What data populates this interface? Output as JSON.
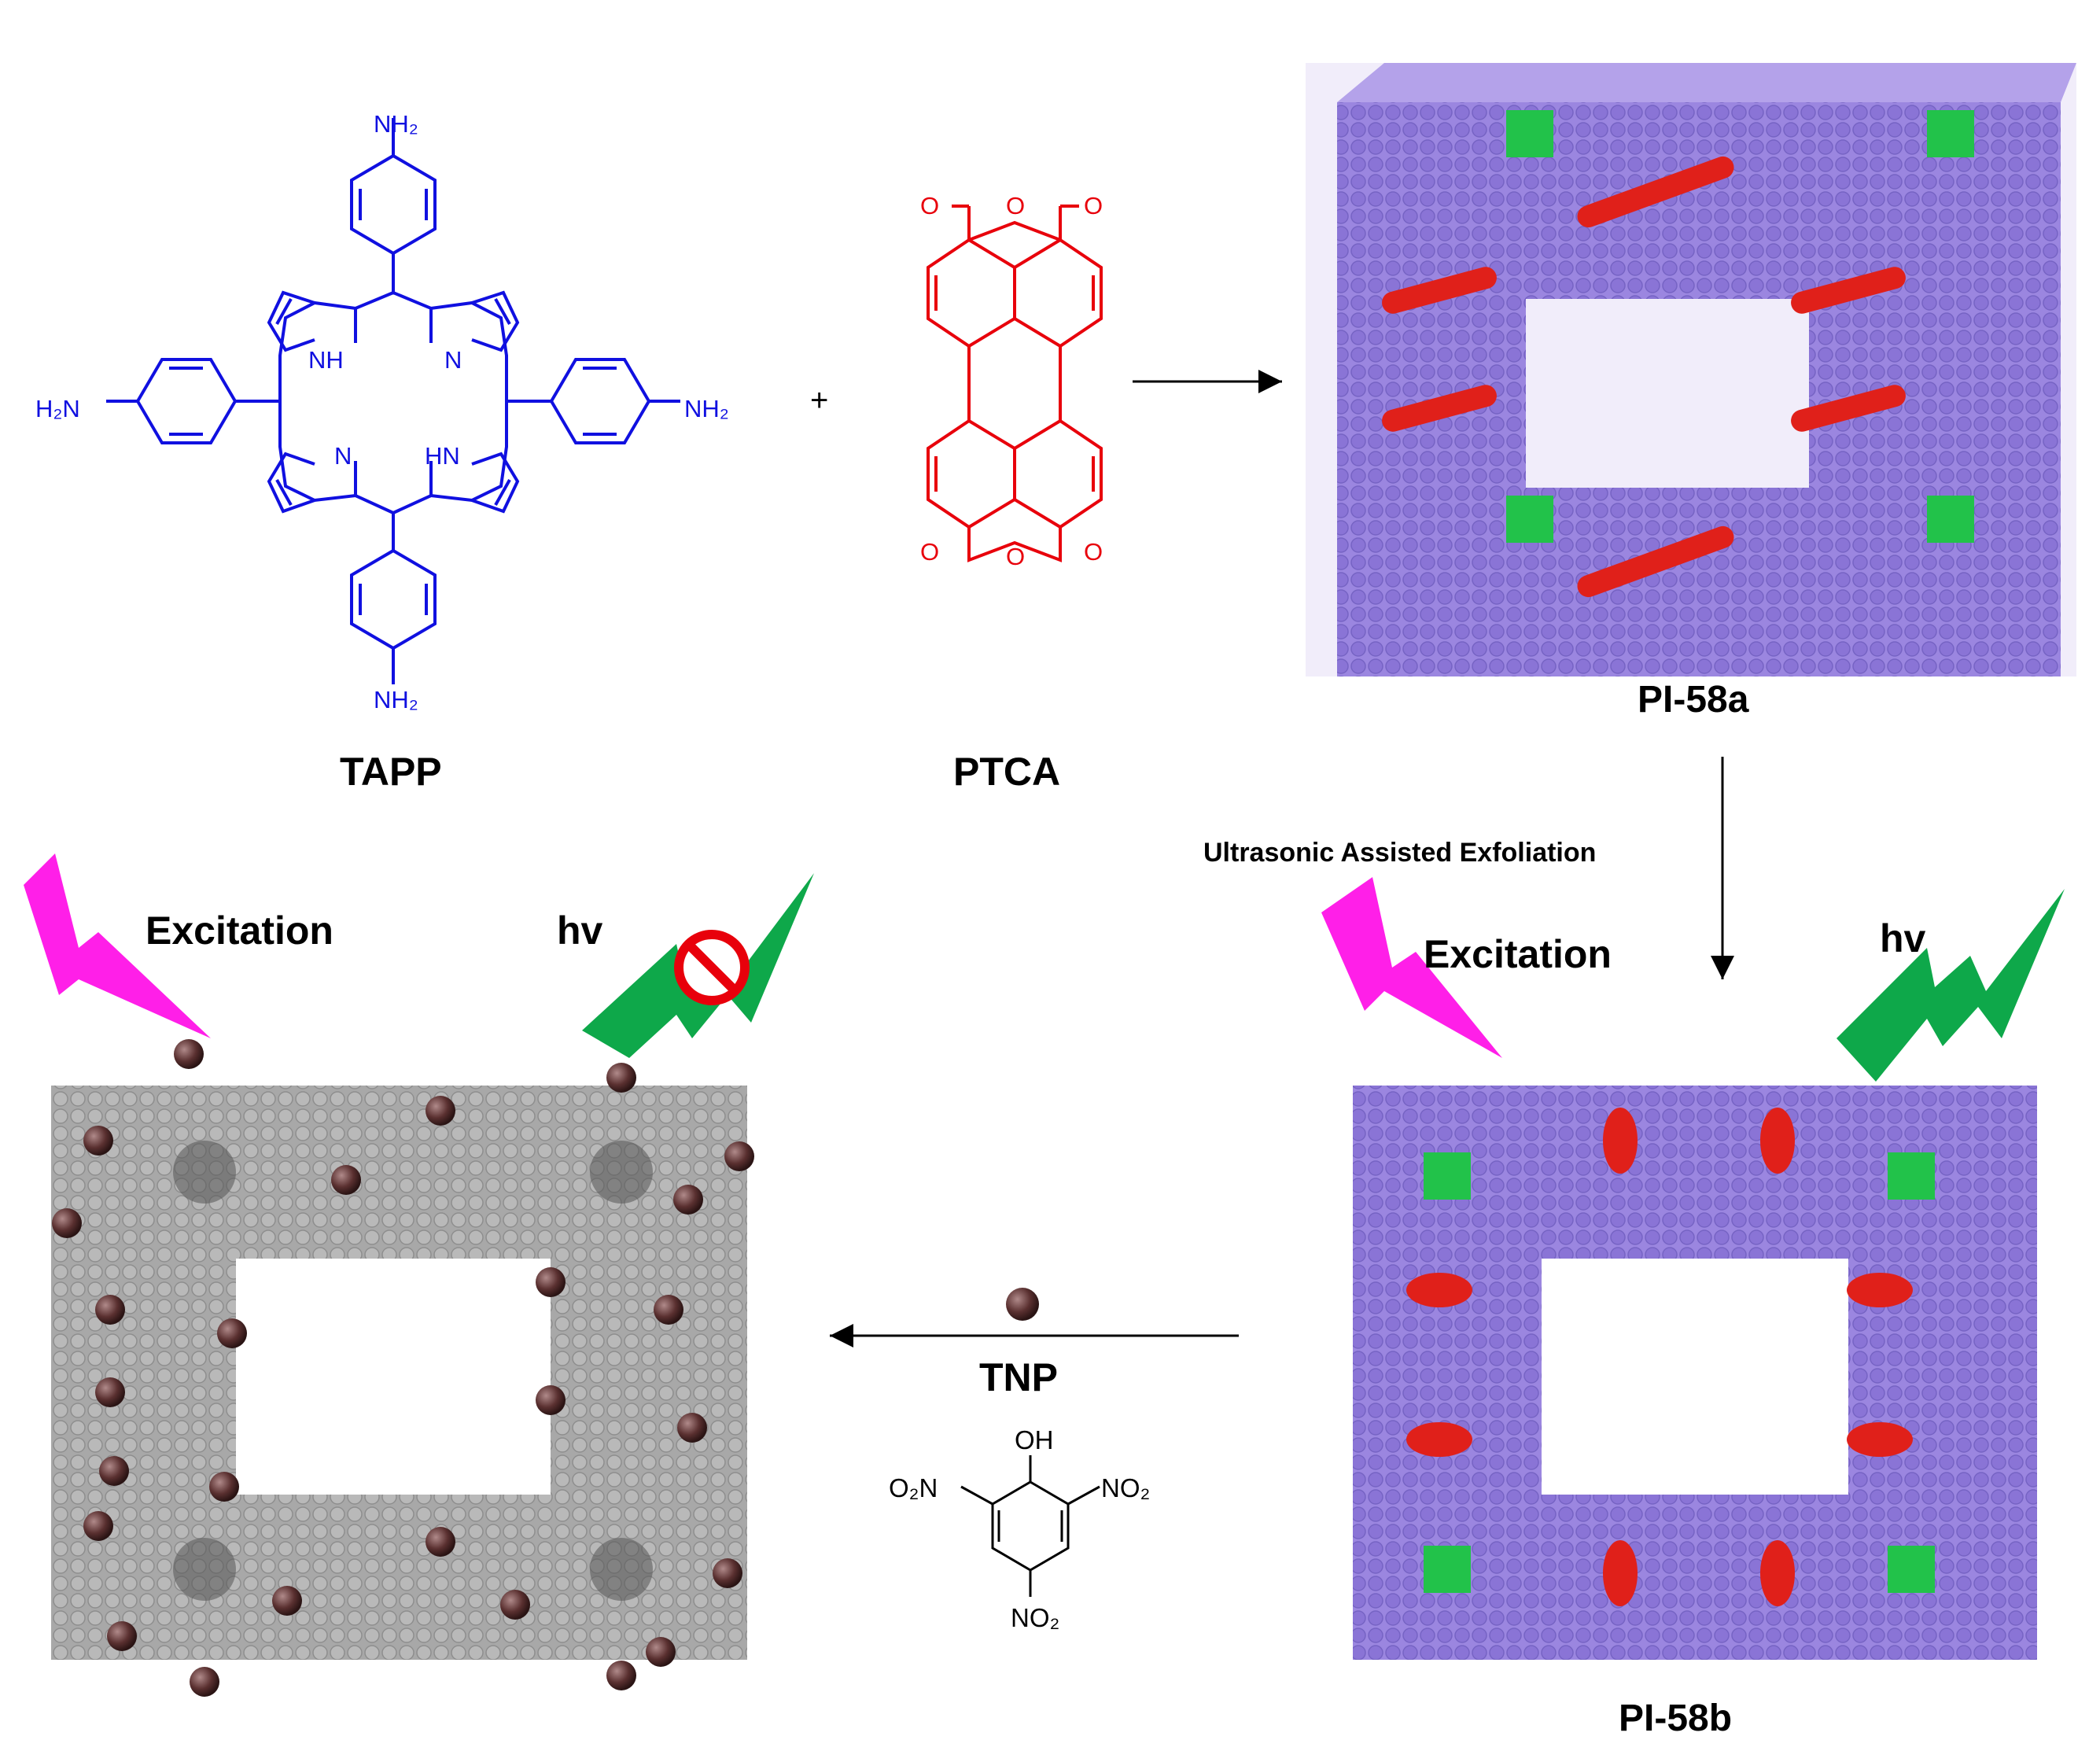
{
  "reactants": {
    "tapp": {
      "name": "TAPP",
      "nh2_top": "NH₂",
      "nh2_left": "H₂N",
      "nh2_right": "NH₂",
      "nh2_bottom": "NH₂",
      "nh_upper": "NH",
      "n_upper": "N",
      "n_lower": "N",
      "hn_lower": "HN"
    },
    "plus": "+",
    "ptca": {
      "name": "PTCA",
      "o_top_ring": "O",
      "o_top_left": "O",
      "o_top_right": "O",
      "o_bottom_ring": "O",
      "o_bottom_left": "O",
      "o_bottom_right": "O"
    }
  },
  "products": {
    "pi58a": "PI-58a",
    "pi58b": "PI-58b"
  },
  "steps": {
    "exfoliation": "Ultrasonic Assisted Exfoliation",
    "analyte": "TNP"
  },
  "tnp": {
    "oh": "OH",
    "no2_left": "O₂N",
    "no2_right": "NO₂",
    "no2_bottom": "NO₂"
  },
  "left_panel": {
    "excitation": "Excitation",
    "hv": "hv"
  },
  "right_panel": {
    "excitation": "Excitation",
    "hv": "hv"
  },
  "colors": {
    "tapp": "#1010e0",
    "ptca": "#e8000b",
    "framework": "#9b86e0",
    "framework_quenched": "#9c9c9c",
    "porphyrin_core": "#22c24a",
    "linker_oxygen": "#e0201a",
    "excitation_bolt": "#ff1fe8",
    "emission_bolt": "#0ea84a",
    "tnp_particle": "#4a2a2a"
  }
}
